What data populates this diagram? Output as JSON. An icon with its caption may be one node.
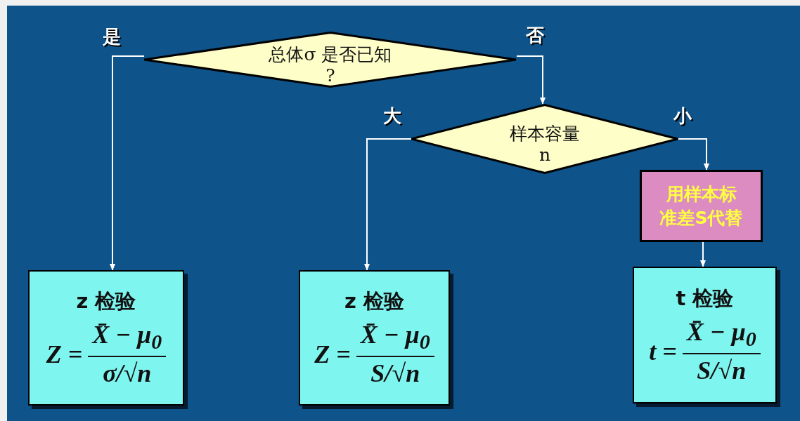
{
  "diagram": {
    "nodes": [
      {
        "text": [
          "总体σ 是否已知 ?"
        ]
      },
      {
        "text": [
          "样本容量 n"
        ]
      },
      {
        "text": [
          "z 检验",
          "Z =",
          "X̄ − μ$_{0}$",
          "σ/√n"
        ]
      },
      {
        "text": [
          "z 检验",
          "Z =",
          "X̄ − μ$_{0}$",
          "S/√n"
        ]
      },
      {
        "text": [
          "用样本标准差S代替"
        ]
      },
      {
        "text": [
          "t 检验",
          "t =",
          "X̄ − μ$_{0}$",
          "S/√n"
        ]
      }
    ],
    "edges": [
      {
        "from": 0,
        "to": 2,
        "arrow": "to",
        "label": "是"
      },
      {
        "from": 0,
        "to": 1,
        "arrow": "to",
        "label": "否"
      },
      {
        "from": 1,
        "to": 3,
        "arrow": "to",
        "label": "大"
      },
      {
        "from": 1,
        "to": 4,
        "arrow": "to",
        "label": "小"
      },
      {
        "from": 4,
        "to": 5,
        "arrow": "to"
      }
    ]
  }
}
